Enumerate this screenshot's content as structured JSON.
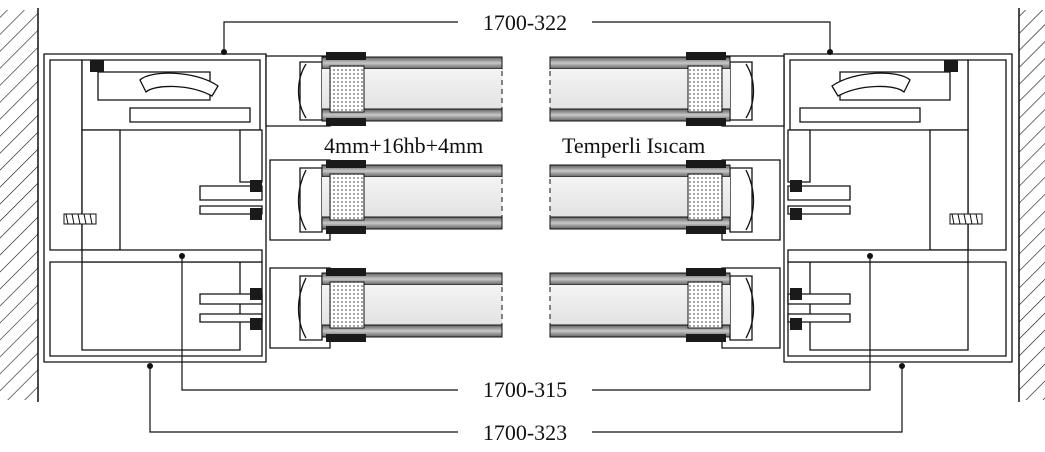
{
  "labels": {
    "top": "1700-322",
    "middle": "1700-315",
    "bottom": "1700-323",
    "glass_thickness": "4mm+16hb+4mm",
    "glass_type": "Temperli Isıcam"
  },
  "colors": {
    "line": "#111111",
    "glass_edge": "#6f6f6f",
    "glass_light": "#e6e6e6",
    "profile_fill": "#ffffff",
    "gasket": "#1a1a1a"
  }
}
